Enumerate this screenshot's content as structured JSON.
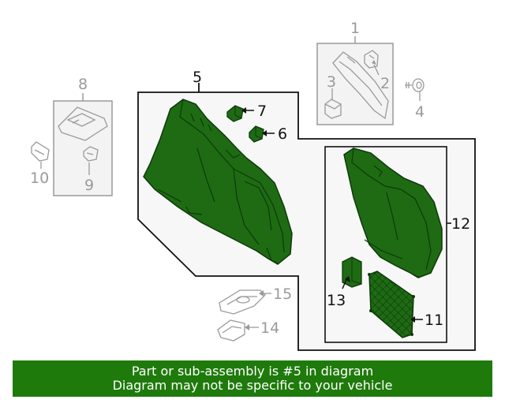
{
  "colors": {
    "highlight_fill": "#1e6b14",
    "highlight_stroke": "#0e3a09",
    "ghost_stroke": "#9a9a9a",
    "panel_fill": "#f3f3f3",
    "banner_bg": "#1f7a0c",
    "banner_text": "#ffffff"
  },
  "callouts": {
    "c1": "1",
    "c2": "2",
    "c3": "3",
    "c4": "4",
    "c5": "5",
    "c6": "6",
    "c7": "7",
    "c8": "8",
    "c9": "9",
    "c10": "10",
    "c11": "11",
    "c12": "12",
    "c13": "13",
    "c14": "14",
    "c15": "15"
  },
  "banner": {
    "line1": "Part or sub-assembly is #5 in diagram",
    "line2": "Diagram may not be specific to your vehicle"
  }
}
